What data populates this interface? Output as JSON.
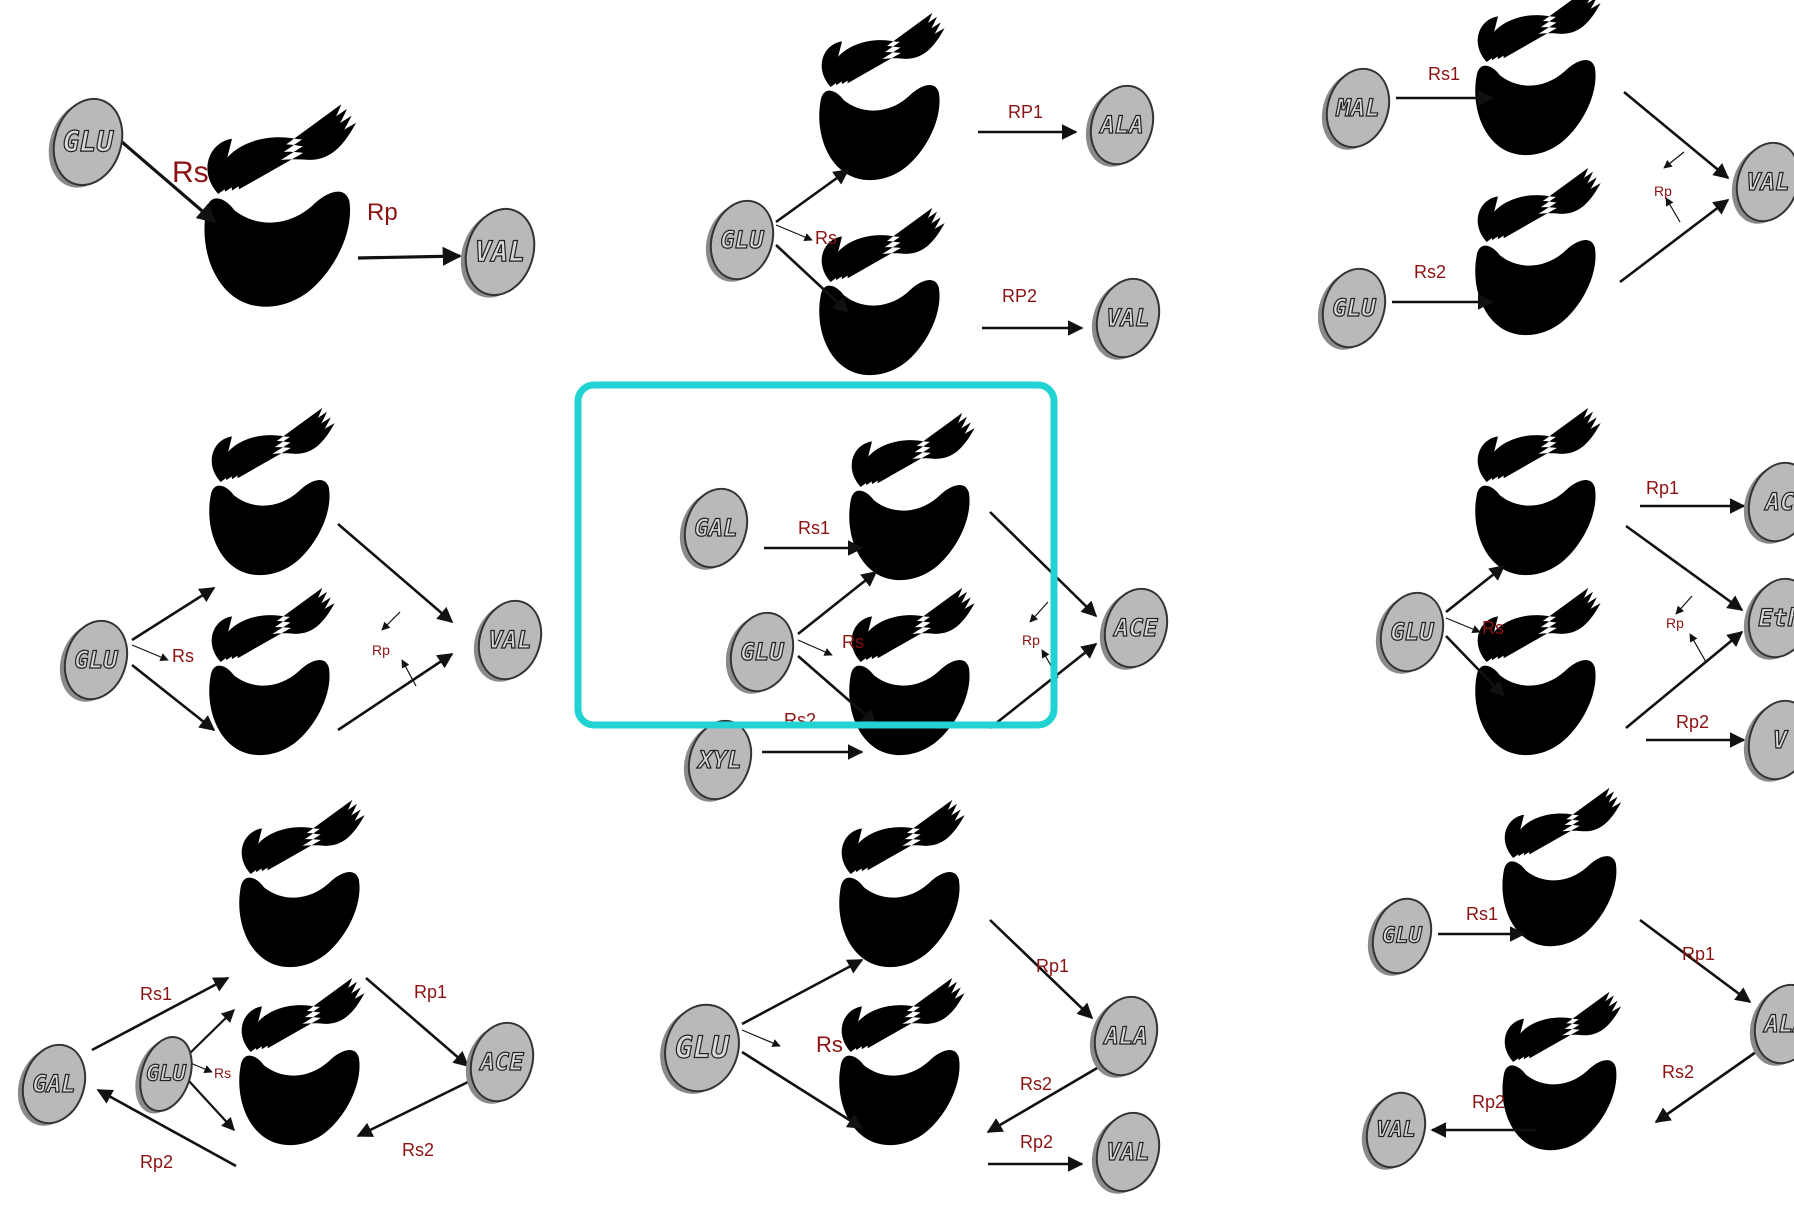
{
  "labels": {
    "GLU": "GLU",
    "VAL": "VAL",
    "ALA": "ALA",
    "MAL": "MAL",
    "GAL": "GAL",
    "XYL": "XYL",
    "ACE": "ACE",
    "ACE_CUT": "AC",
    "ETH_CUT": "Eth",
    "VAL_CUT": "V",
    "Rs": "Rs",
    "Rp": "Rp",
    "Rs1": "Rs1",
    "Rs2": "Rs2",
    "Rp1": "Rp1",
    "Rp2": "Rp2",
    "RP1": "RP1",
    "RP2": "RP2"
  },
  "colors": {
    "highlight": "#22d3d3",
    "rate_text": "#8b1212",
    "node_fill": "#b9b9b9"
  }
}
